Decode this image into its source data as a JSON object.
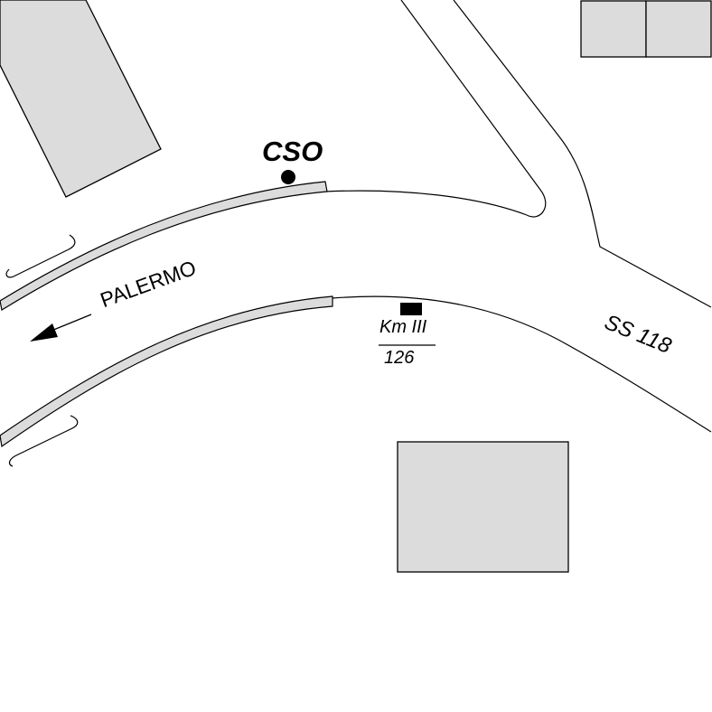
{
  "labels": {
    "site_code": "CSO",
    "direction": "PALERMO",
    "road": "SS 118",
    "km_label": "Km III",
    "km_value": "126"
  },
  "colors": {
    "building_fill": "#dcdcdc",
    "stroke": "#000000",
    "background": "#ffffff"
  },
  "icons": {
    "site_marker": "filled-circle",
    "km_marker": "filled-rectangle",
    "direction_arrow": "arrow-left"
  }
}
